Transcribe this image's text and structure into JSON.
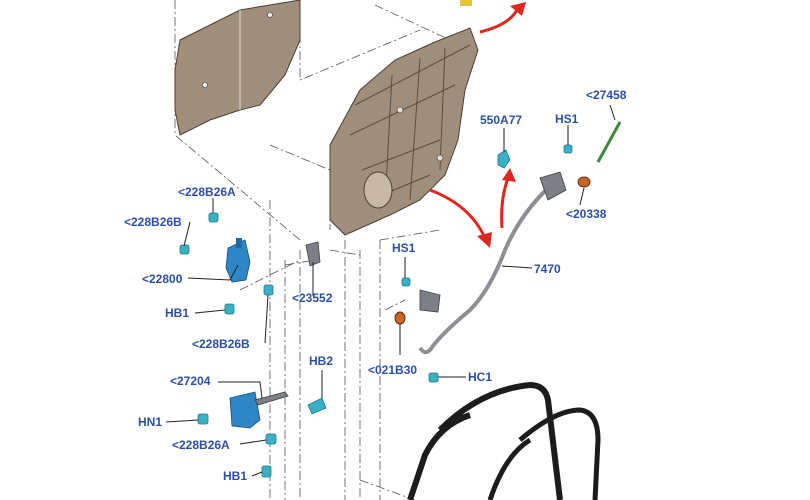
{
  "labels": {
    "l228b26a_top": "<228B26A",
    "l228b26b_top": "<228B26B",
    "l22800": "<22800",
    "lhb1_top": "HB1",
    "l228b26b_bot": "<228B26B",
    "l23552": "<23552",
    "l27204": "<27204",
    "lhn1": "HN1",
    "l228b26a_bot": "<228B26A",
    "lhb1_bot": "HB1",
    "lhb2": "HB2",
    "l550a77": "550A77",
    "lhs1_top": "HS1",
    "l27458": "<27458",
    "l20338": "<20338",
    "lhs1_mid": "HS1",
    "l7470": "7470",
    "l021b30": "<021B30",
    "lhc1": "HC1"
  },
  "colors": {
    "label_text": "#2b4fa8",
    "arrow": "#e0271f",
    "clip": "#3ab0c4",
    "door_panel": "#a08e7c"
  }
}
